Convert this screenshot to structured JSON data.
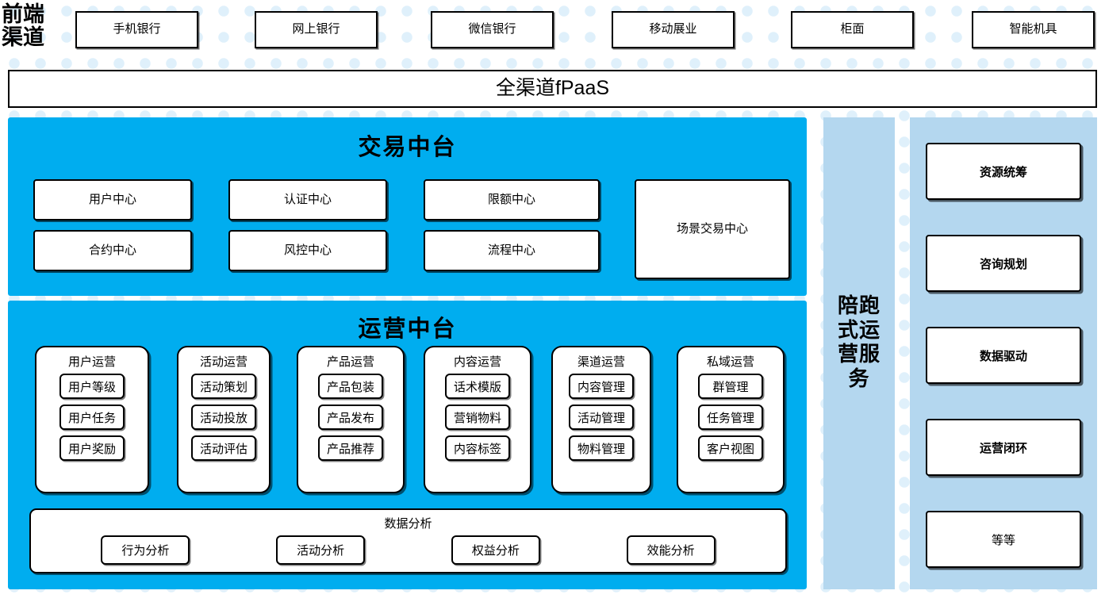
{
  "front_channel": {
    "label": "前端\n渠道",
    "channels": [
      {
        "label": "手机银行"
      },
      {
        "label": "网上银行"
      },
      {
        "label": "微信银行"
      },
      {
        "label": "移动展业"
      },
      {
        "label": "柜面"
      },
      {
        "label": "智能机具"
      }
    ]
  },
  "fpaas": {
    "label": "全渠道fPaaS"
  },
  "trade_platform": {
    "title": "交易中台",
    "boxes": [
      {
        "label": "用户中心"
      },
      {
        "label": "认证中心"
      },
      {
        "label": "限额中心"
      },
      {
        "label": "合约中心"
      },
      {
        "label": "风控中心"
      },
      {
        "label": "流程中心"
      },
      {
        "label": "场景交易中心"
      }
    ]
  },
  "operation_platform": {
    "title": "运营中台",
    "groups": [
      {
        "title": "用户运营",
        "items": [
          "用户等级",
          "用户任务",
          "用户奖励"
        ]
      },
      {
        "title": "活动运营",
        "items": [
          "活动策划",
          "活动投放",
          "活动评估"
        ]
      },
      {
        "title": "产品运营",
        "items": [
          "产品包装",
          "产品发布",
          "产品推荐"
        ]
      },
      {
        "title": "内容运营",
        "items": [
          "话术模版",
          "营销物料",
          "内容标签"
        ]
      },
      {
        "title": "渠道运营",
        "items": [
          "内容管理",
          "活动管理",
          "物料管理"
        ]
      },
      {
        "title": "私域运营",
        "items": [
          "群管理",
          "任务管理",
          "客户视图"
        ]
      }
    ],
    "data_analysis": {
      "title": "数据分析",
      "items": [
        "行为分析",
        "活动分析",
        "权益分析",
        "效能分析"
      ]
    }
  },
  "service_column": {
    "label": "陪跑式运营服务"
  },
  "right_panel": {
    "cards": [
      {
        "label": "资源统筹",
        "bold": true
      },
      {
        "label": "咨询规划",
        "bold": true
      },
      {
        "label": "数据驱动",
        "bold": true
      },
      {
        "label": "运营闭环",
        "bold": true
      },
      {
        "label": "等等",
        "bold": false
      }
    ]
  },
  "colors": {
    "cyan": "#00ADEF",
    "light_blue": "#b4d7ef",
    "dot": "#dff0fb",
    "border": "#000000",
    "background": "#ffffff"
  }
}
